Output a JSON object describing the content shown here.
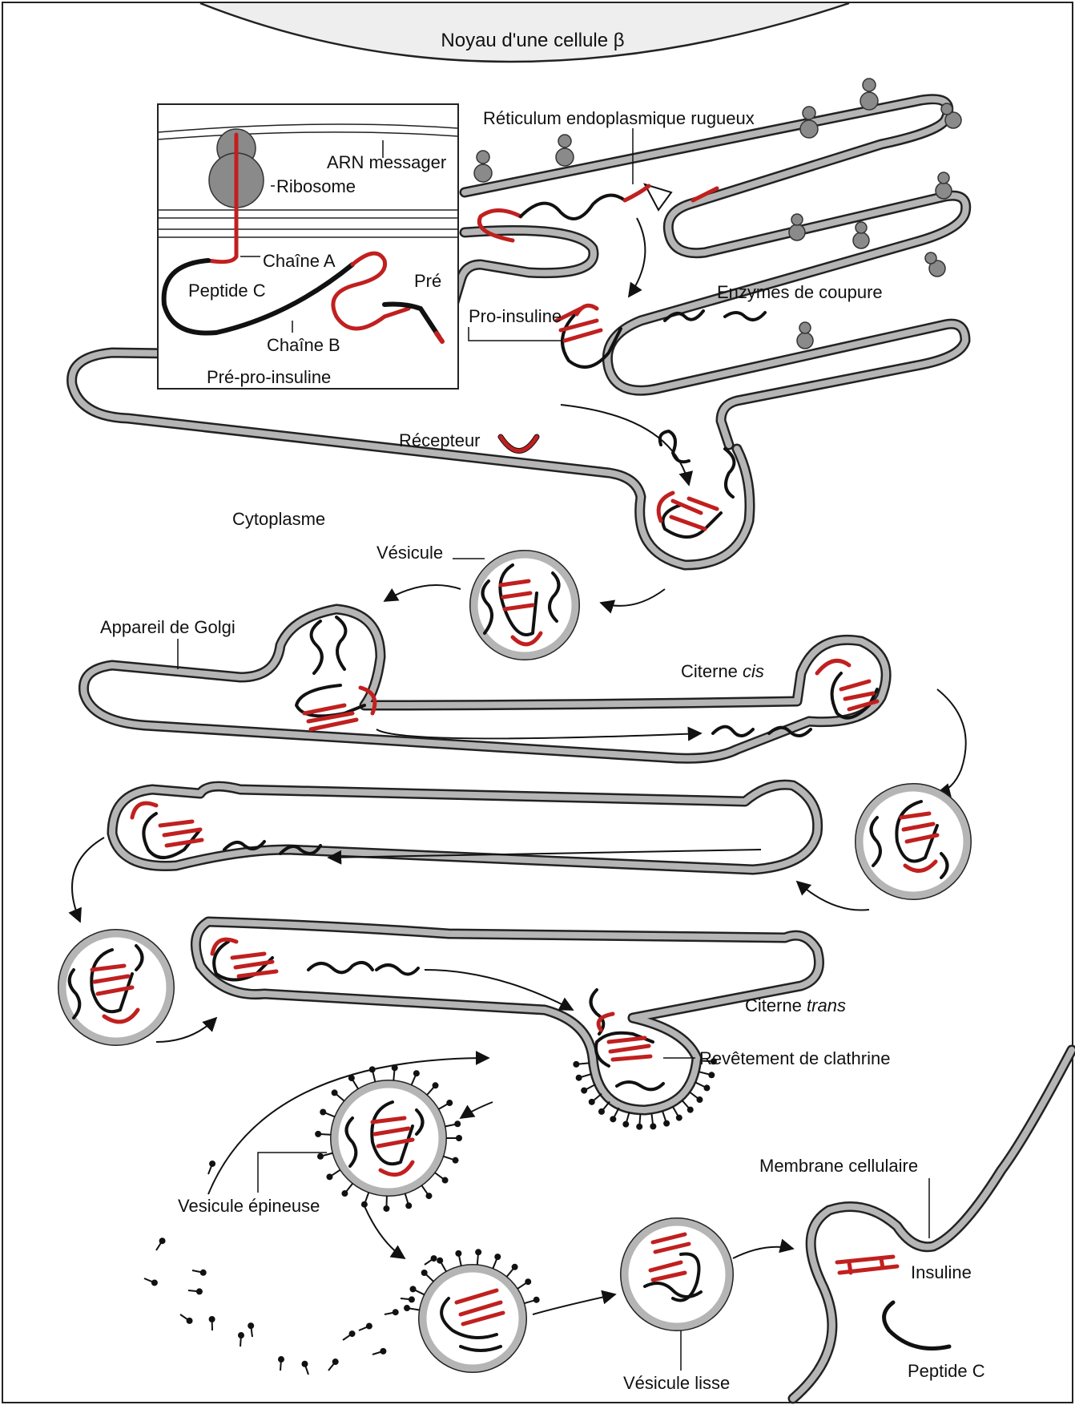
{
  "labels": {
    "nucleus": "Noyau d'une cellule β",
    "rer": "Réticulum endoplasmique rugueux",
    "mrna": "ARN messager",
    "ribosome": "Ribosome",
    "chain_a": "Chaîne A",
    "peptide_c_inset": "Peptide C",
    "pre": "Pré",
    "chain_b": "Chaîne B",
    "preproinsulin": "Pré-pro-insuline",
    "enzymes": "Enzymes de coupure",
    "proinsulin": "Pro-insuline",
    "receptor": "Récepteur",
    "cytoplasm": "Cytoplasme",
    "vesicle": "Vésicule",
    "golgi": "Appareil de Golgi",
    "cis_prefix": "Citerne ",
    "cis_italic": "cis",
    "trans_prefix": "Citerne ",
    "trans_italic": "trans",
    "clathrin": "Revêtement de clathrine",
    "cell_membrane": "Membrane cellulaire",
    "spiny_vesicle": "Vesicule épineuse",
    "insulin": "Insuline",
    "smooth_vesicle": "Vésicule lisse",
    "peptide_c": "Peptide C"
  },
  "colors": {
    "membrane_outline": "#222222",
    "membrane_fill": "#b5b5b5",
    "insulin_chain": "#c0201f",
    "peptide": "#111111",
    "ribosome": "#8a8a8a",
    "nucleus_fill": "#eeeeee"
  }
}
